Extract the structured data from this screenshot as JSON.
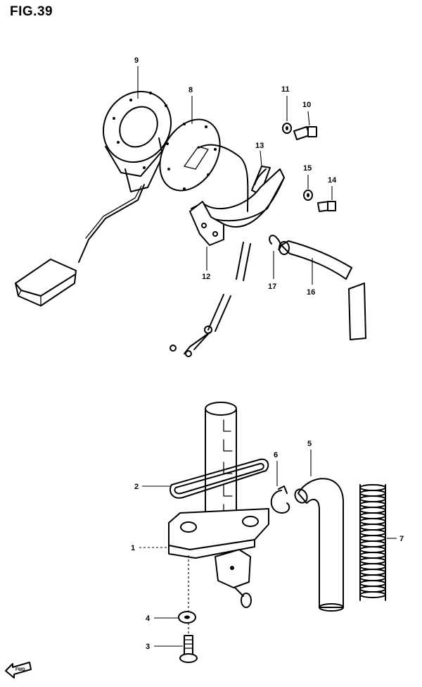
{
  "figure": {
    "title": "FIG.39",
    "front_mark": "FWD"
  },
  "callouts": {
    "c1": "1",
    "c2": "2",
    "c3": "3",
    "c4": "4",
    "c5": "5",
    "c6": "6",
    "c7": "7",
    "c8": "8",
    "c9": "9",
    "c10": "10",
    "c11": "11",
    "c12": "12",
    "c13": "13",
    "c14": "14",
    "c15": "15",
    "c16": "16",
    "c17": "17"
  },
  "parts": {
    "p1": "fuel-cock-body",
    "p2": "o-ring",
    "p3": "screw",
    "p4": "washer",
    "p5": "fuel-hose",
    "p6": "clip",
    "p7": "hose-protector-spring",
    "p8": "gauge-gasket",
    "p9": "fuel-level-gauge",
    "p10": "bolt",
    "p11": "washer",
    "p12": "cover",
    "p13": "cushion",
    "p14": "bolt",
    "p15": "washer",
    "p16": "breather-hose",
    "p17": "clip"
  }
}
